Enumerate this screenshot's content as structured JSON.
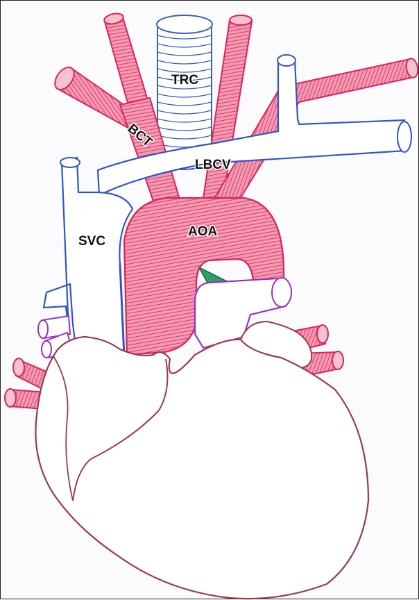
{
  "figure": {
    "labels": {
      "trc": "TRC",
      "bct": "BCT",
      "lbcv": "LBCV",
      "svc": "SVC",
      "aoa": "AOA"
    }
  },
  "colors": {
    "artery": "#d8245a",
    "artery_fill": "#e96a8c",
    "vein": "#2f55c8",
    "pulmonary": "#9a2fc7",
    "ligament": "#1e8a52",
    "heart_outline": "#9a3a4a",
    "trachea": "#4060c8"
  }
}
